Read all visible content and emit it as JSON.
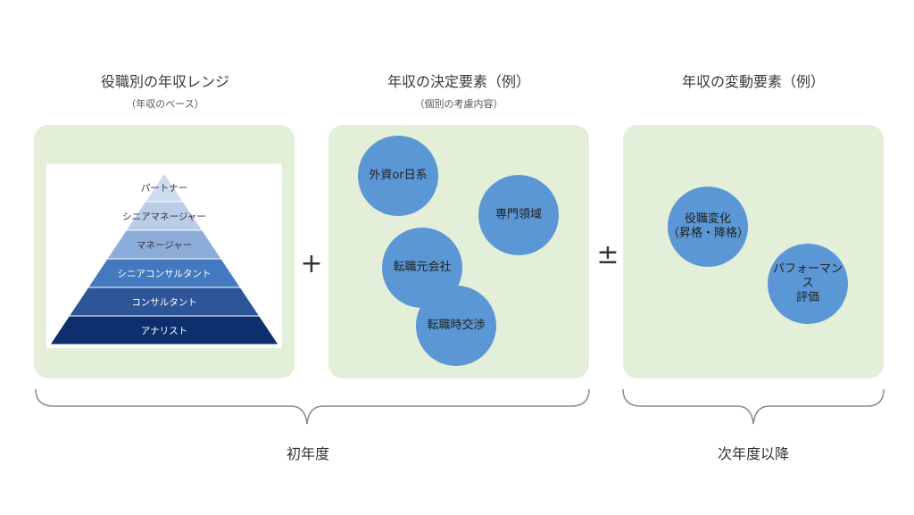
{
  "sections": {
    "range": {
      "title": "役職別の年収レンジ",
      "subtitle": "（年収のベース）"
    },
    "determinants": {
      "title": "年収の決定要素（例）",
      "subtitle": "（個別の考慮内容）"
    },
    "variables": {
      "title": "年収の変動要素（例）"
    }
  },
  "pyramid": {
    "levels": [
      {
        "label": "パートナー",
        "color": "#cfdcef"
      },
      {
        "label": "シニアマネージャー",
        "color": "#b9cce8"
      },
      {
        "label": "マネージャー",
        "color": "#8cacd9"
      },
      {
        "label": "シニアコンサルタント",
        "color": "#4479bf"
      },
      {
        "label": "コンサルタント",
        "color": "#2e5597"
      },
      {
        "label": "アナリスト",
        "color": "#0e2f6e"
      }
    ]
  },
  "determinant_items": [
    "外資or日系",
    "専門領域",
    "転職元会社",
    "転職時交渉"
  ],
  "variable_items": [
    "役職変化\n（昇格・降格）",
    "パフォーマンス\n評価"
  ],
  "operators": {
    "plus": "+",
    "plus_minus": "±"
  },
  "footer": {
    "left": "初年度",
    "right": "次年度以降"
  },
  "colors": {
    "panel": "#e3efd9",
    "circle": "#5b97d5",
    "brace": "#8a8a8a"
  }
}
